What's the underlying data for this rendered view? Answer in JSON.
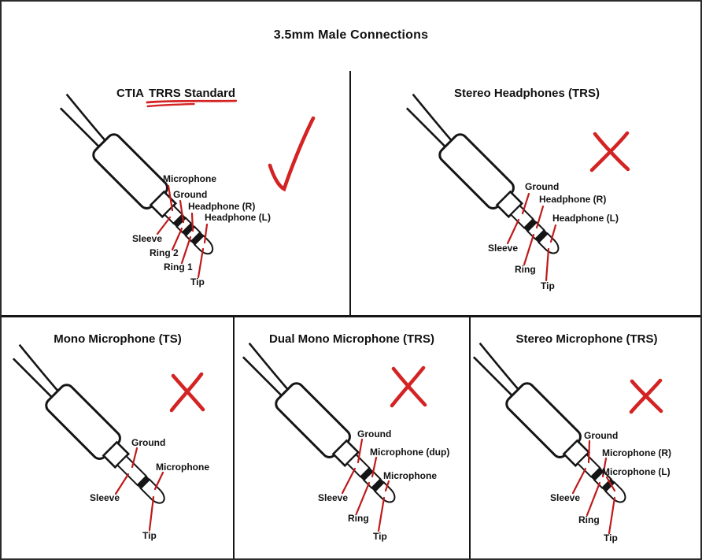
{
  "title": "3.5mm Male Connections",
  "panels": [
    {
      "name": "ctia-trrs",
      "title_prefix": "CTIA",
      "title_underlined": "TRRS Standard",
      "connector": "TRRS",
      "annotation": "checkmark",
      "labels": {
        "microphone": "Microphone",
        "ground": "Ground",
        "headphone_r": "Headphone (R)",
        "headphone_l": "Headphone (L)",
        "sleeve": "Sleeve",
        "ring2": "Ring 2",
        "ring1": "Ring 1",
        "tip": "Tip"
      }
    },
    {
      "name": "stereo-headphones",
      "title": "Stereo Headphones (TRS)",
      "connector": "TRS",
      "annotation": "x-mark",
      "labels": {
        "ground": "Ground",
        "headphone_r": "Headphone (R)",
        "headphone_l": "Headphone (L)",
        "sleeve": "Sleeve",
        "ring": "Ring",
        "tip": "Tip"
      }
    },
    {
      "name": "mono-microphone",
      "title": "Mono Microphone (TS)",
      "connector": "TS",
      "annotation": "x-mark",
      "labels": {
        "ground": "Ground",
        "microphone": "Microphone",
        "sleeve": "Sleeve",
        "tip": "Tip"
      }
    },
    {
      "name": "dual-mono-microphone",
      "title": "Dual Mono Microphone (TRS)",
      "connector": "TRS",
      "annotation": "x-mark",
      "labels": {
        "ground": "Ground",
        "microphone_dup": "Microphone (dup)",
        "microphone": "Microphone",
        "sleeve": "Sleeve",
        "ring": "Ring",
        "tip": "Tip"
      }
    },
    {
      "name": "stereo-microphone",
      "title": "Stereo Microphone (TRS)",
      "connector": "TRS",
      "annotation": "x-mark",
      "labels": {
        "ground": "Ground",
        "microphone_r": "Microphone (R)",
        "microphone_l": "Microphone (L)",
        "sleeve": "Sleeve",
        "ring": "Ring",
        "tip": "Tip"
      }
    }
  ],
  "colors": {
    "ink": "#151515",
    "annotation_red": "#d42323"
  }
}
